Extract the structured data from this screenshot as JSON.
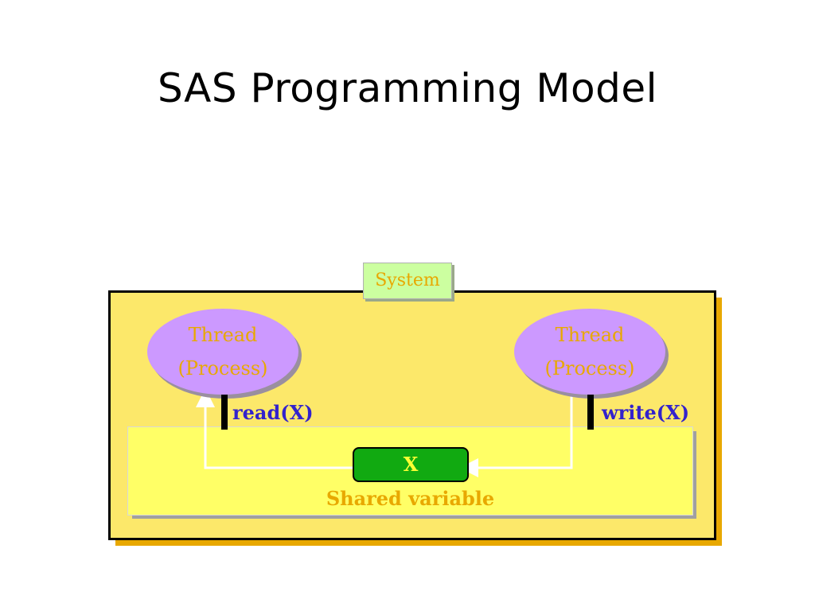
{
  "title": "SAS Programming Model",
  "system": {
    "label": "System"
  },
  "threads": [
    {
      "line1": "Thread",
      "line2": "(Process)"
    },
    {
      "line1": "Thread",
      "line2": "(Process)"
    }
  ],
  "operations": {
    "read": "read(X)",
    "write": "write(X)"
  },
  "shared": {
    "variable_name": "X",
    "label": "Shared variable"
  },
  "colors": {
    "system_fill": "#fce86a",
    "shared_fill": "#ffff66",
    "thread_fill": "#cc99ff",
    "variable_fill": "#11aa11",
    "label_text": "#e8a800",
    "operation_text": "#3322cc"
  }
}
